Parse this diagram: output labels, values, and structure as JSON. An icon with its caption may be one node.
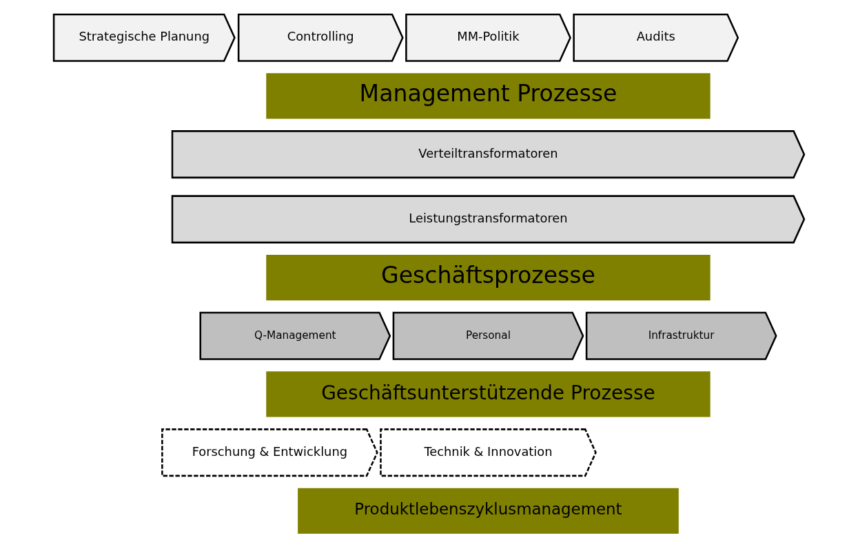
{
  "diagram": {
    "nodes": [
      {
        "text": [
          "Strategische Planung"
        ]
      },
      {
        "text": [
          "Controlling"
        ]
      },
      {
        "text": [
          "MM-Politik"
        ]
      },
      {
        "text": [
          "Audits"
        ]
      },
      {
        "text": [
          "Management Prozesse"
        ]
      },
      {
        "text": [
          "Verteiltransformatoren"
        ]
      },
      {
        "text": [
          "Leistungstransformatoren"
        ]
      },
      {
        "text": [
          "Geschäftsprozesse"
        ]
      },
      {
        "text": [
          "Q-Management"
        ]
      },
      {
        "text": [
          "Personal"
        ]
      },
      {
        "text": [
          "Infrastruktur"
        ]
      },
      {
        "text": [
          "Geschäftsunterstützende Prozesse"
        ]
      },
      {
        "text": [
          "Forschung & Entwicklung"
        ]
      },
      {
        "text": [
          "Technik & Innovation"
        ]
      },
      {
        "text": [
          "Produktlebenszyklusmanagement"
        ]
      }
    ]
  }
}
